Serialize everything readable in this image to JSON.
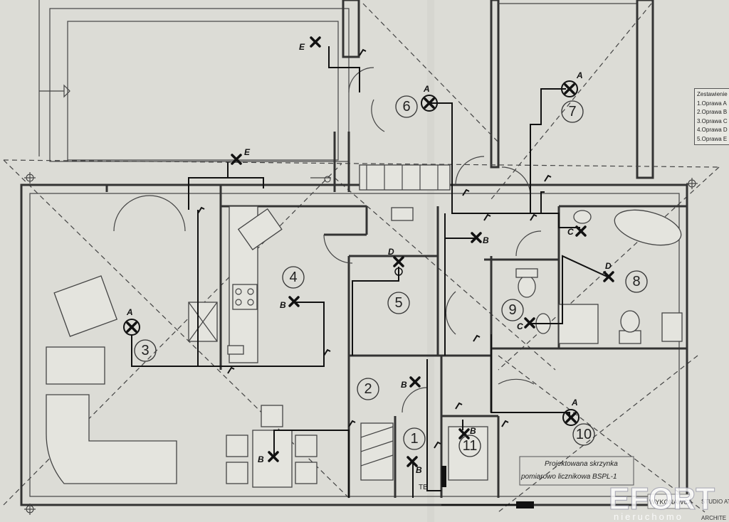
{
  "rooms": [
    "1",
    "2",
    "3",
    "4",
    "5",
    "6",
    "7",
    "8",
    "9",
    "10",
    "11"
  ],
  "fixture_letters": {
    "a": "A",
    "b": "B",
    "c": "C",
    "d": "D",
    "e": "E"
  },
  "panel_note": {
    "line1": "Projektowana skrzynka",
    "line2": "pomiarowo licznikowa BSPL-1",
    "tb": "TB"
  },
  "legend": {
    "title": "Zestawienie",
    "items": [
      "1.Oprawa A",
      "2.Oprawa B",
      "3.Oprawa C",
      "4.Oprawa D",
      "5.Oprawa E"
    ]
  },
  "watermark": {
    "logo": "EFORT",
    "sub": "nieruchomo"
  },
  "stamp": {
    "wykonawca": "WYKONAWCA",
    "studio": "STUDIO ATRI",
    "archit": "ARCHITE"
  },
  "colors": {
    "paper": "#dcdcd6",
    "ink": "#111111",
    "line": "#444444"
  }
}
